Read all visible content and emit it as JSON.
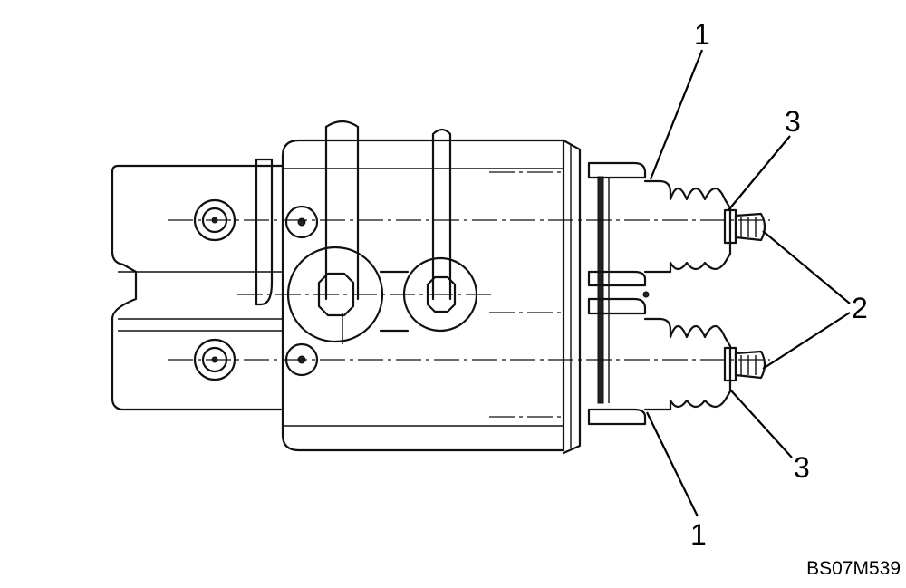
{
  "figure_id": "BS07M539",
  "callouts": {
    "upper_1": "1",
    "upper_3": "3",
    "right_2": "2",
    "lower_3": "3",
    "lower_1": "1"
  }
}
